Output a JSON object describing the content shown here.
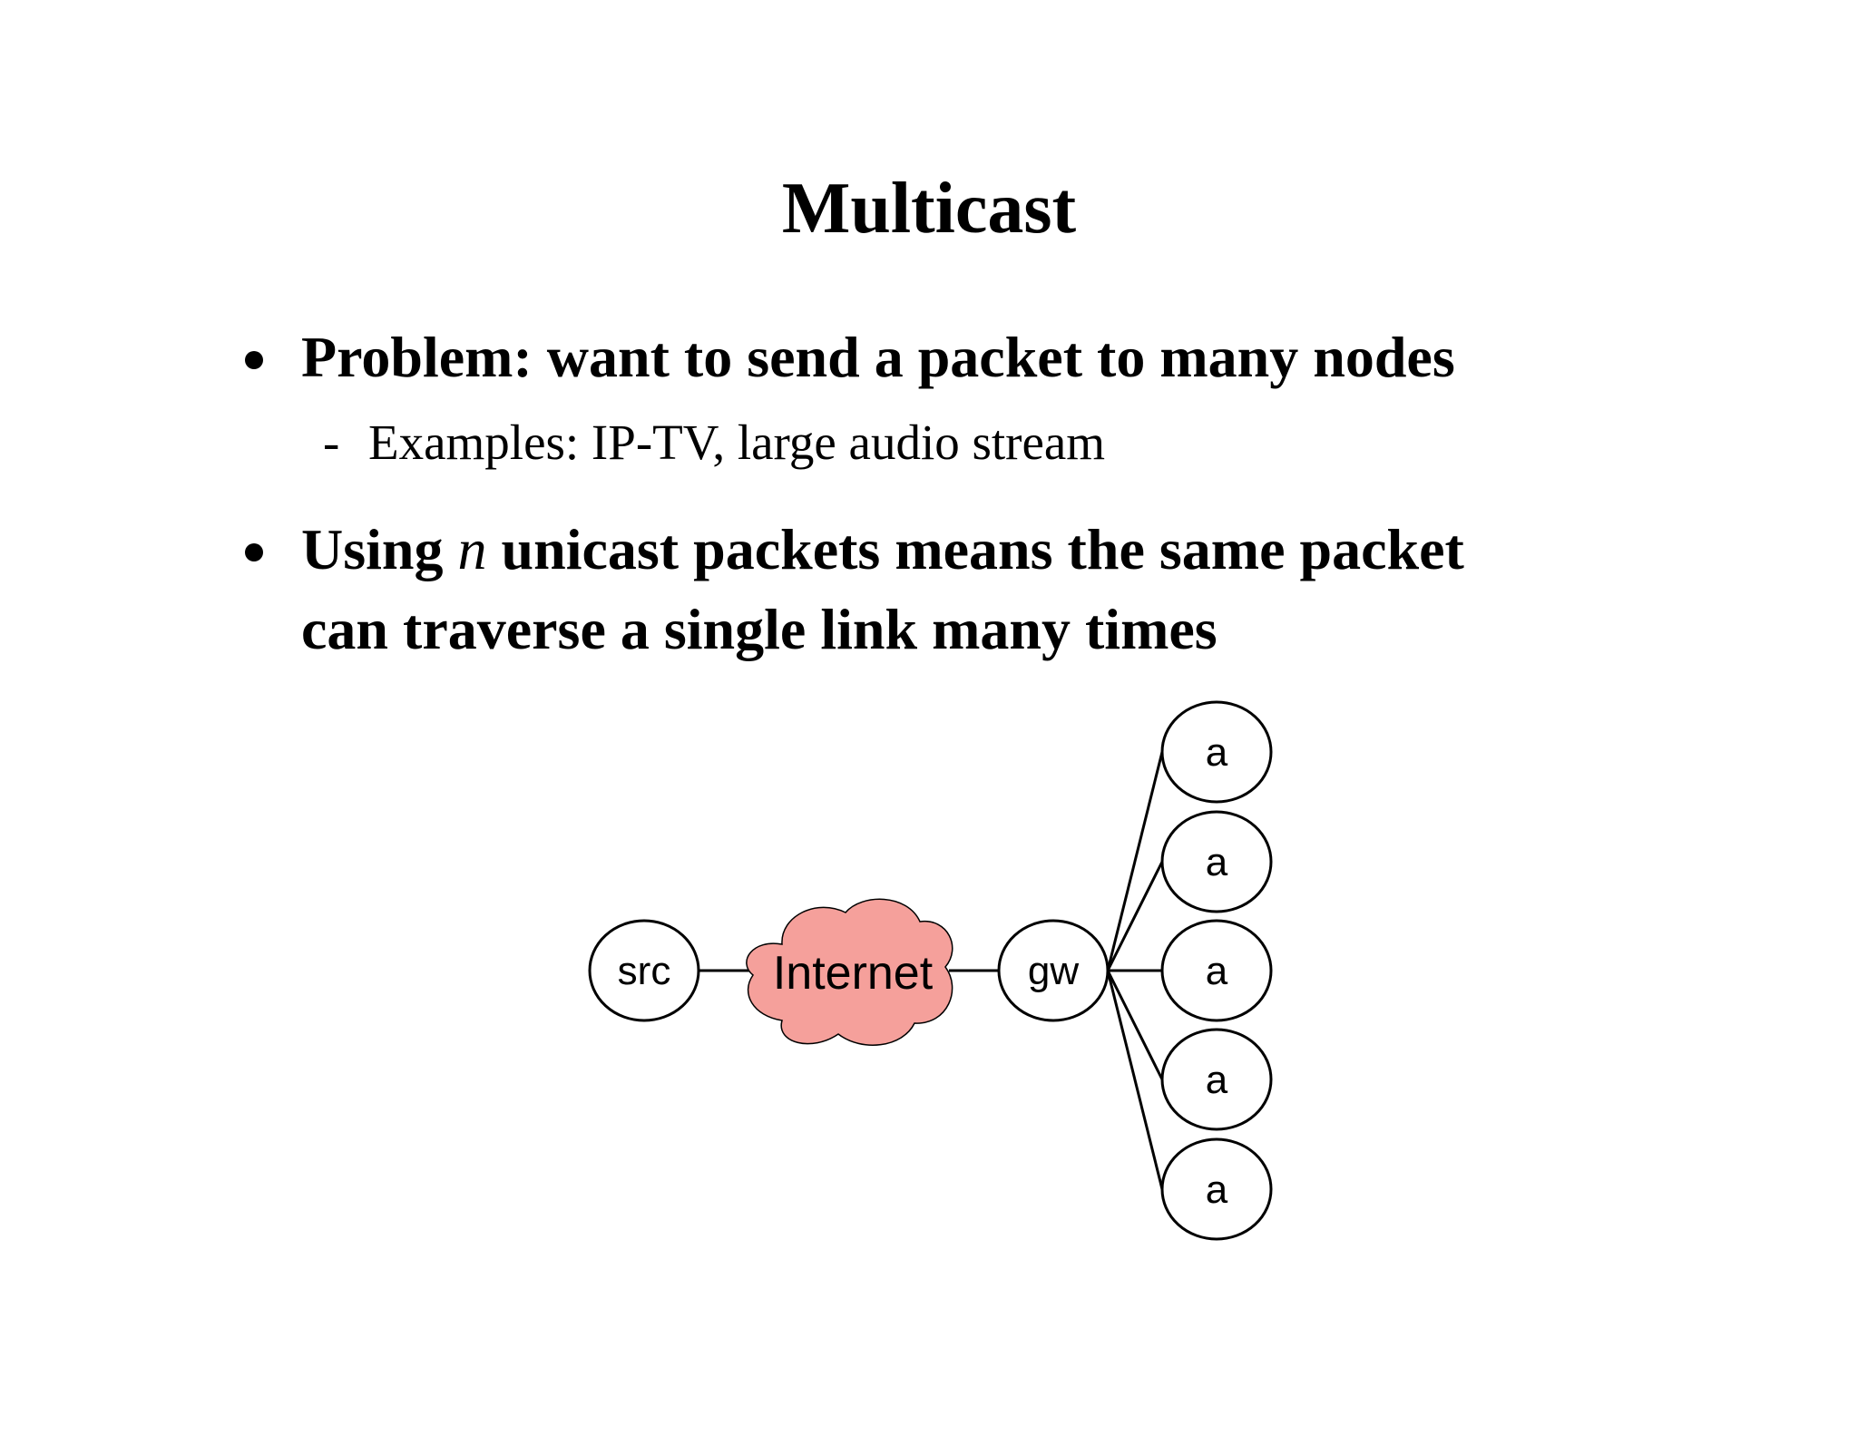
{
  "slide": {
    "title": "Multicast",
    "bullets": [
      {
        "text": "Problem: want to send a packet to many nodes",
        "sub": "Examples: IP-TV, large audio stream"
      },
      {
        "text_before": "Using ",
        "math": "n",
        "text_after": " unicast packets means the same packet",
        "line2": "can traverse a single link many times"
      }
    ],
    "sub_marker": "-"
  },
  "diagram": {
    "source": "src",
    "cloud": "Internet",
    "gateway": "gw",
    "receivers": [
      "a",
      "a",
      "a",
      "a",
      "a"
    ],
    "colors": {
      "cloud_fill": "#f5a09b",
      "stroke": "#000000"
    }
  }
}
